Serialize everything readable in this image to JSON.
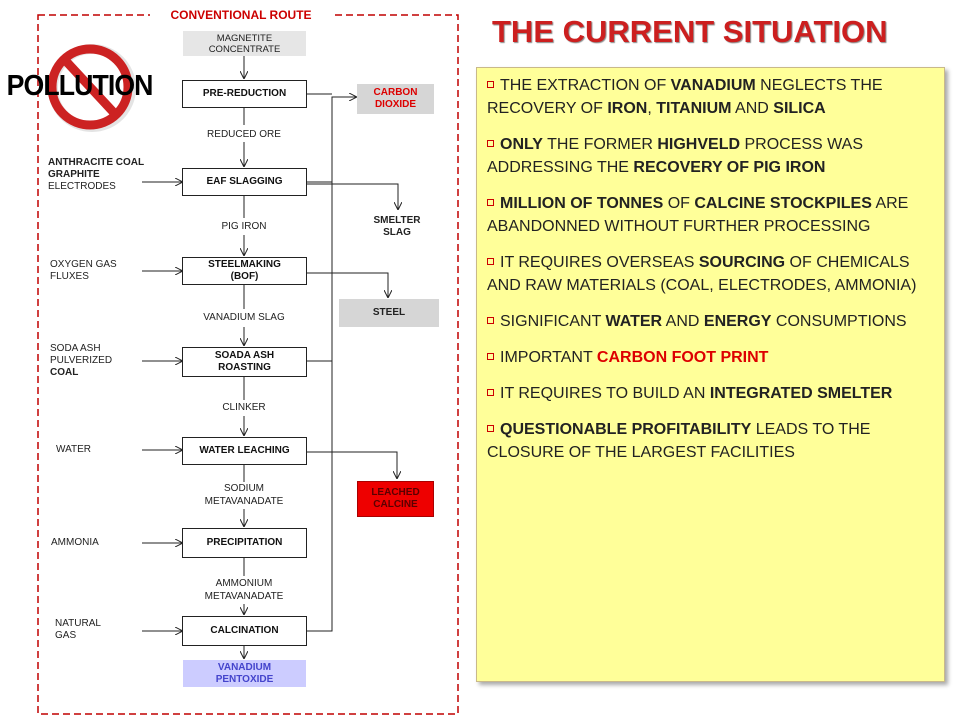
{
  "route_title": "CONVENTIONAL ROUTE",
  "pollution_label": "POLLUTION",
  "feed": "MAGNETITE CONCENTRATE",
  "steps": [
    {
      "label": "PRE-REDUCTION"
    },
    {
      "label": "EAF SLAGGING"
    },
    {
      "label": "STEELMAKING (BOF)"
    },
    {
      "label": "SOADA ASH ROASTING"
    },
    {
      "label": "WATER LEACHING"
    },
    {
      "label": "PRECIPITATION"
    },
    {
      "label": "CALCINATION"
    }
  ],
  "intermediates": [
    "REDUCED  ORE",
    "PIG IRON",
    "VANADIUM SLAG",
    "CLINKER",
    "SODIUM METAVANADATE",
    "AMMONIUM METAVANADATE"
  ],
  "inputs": {
    "eaf_line1": "ANTHRACITE COAL",
    "eaf_line2": "GRAPHITE",
    "eaf_line3": "ELECTRODES",
    "bof_line1": "OXYGEN GAS",
    "bof_line2": "FLUXES",
    "roast_line1": "SODA ASH",
    "roast_line2": "PULVERIZED",
    "roast_line3": "COAL",
    "leach": "WATER",
    "precip": "AMMONIA",
    "calc_line1": "NATURAL",
    "calc_line2": "GAS"
  },
  "outputs": {
    "carbon_dioxide": "CARBON DIOXIDE",
    "smelter_slag": "SMELTER SLAG",
    "steel": "STEEL",
    "leached_calcine": "LEACHED CALCINE",
    "product": "VANADIUM PENTOXIDE"
  },
  "situation_title": "THE CURRENT  SITUATION",
  "bullets": [
    {
      "segments": [
        {
          "t": "THE EXTRACTION OF "
        },
        {
          "t": "VANADIUM",
          "b": true
        },
        {
          "t": " NEGLECTS THE RECOVERY OF "
        },
        {
          "t": "IRON",
          "b": true
        },
        {
          "t": ",  "
        },
        {
          "t": "TITANIUM",
          "b": true
        },
        {
          "t": " AND "
        },
        {
          "t": "SILICA",
          "b": true
        }
      ]
    },
    {
      "segments": [
        {
          "t": "ONLY",
          "b": true
        },
        {
          "t": " THE FORMER "
        },
        {
          "t": "HIGHVELD",
          "b": true
        },
        {
          "t": " PROCESS WAS ADDRESSING THE "
        },
        {
          "t": "RECOVERY OF PIG IRON",
          "b": true
        }
      ]
    },
    {
      "segments": [
        {
          "t": "MILLION OF TONNES",
          "b": true
        },
        {
          "t": " OF "
        },
        {
          "t": "CALCINE STOCKPILES",
          "b": true
        },
        {
          "t": " ARE ABANDONNED  WITHOUT FURTHER PROCESSING"
        }
      ]
    },
    {
      "segments": [
        {
          "t": "IT REQUIRES OVERSEAS "
        },
        {
          "t": "SOURCING",
          "b": true
        },
        {
          "t": " OF CHEMICALS AND RAW MATERIALS (COAL, ELECTRODES, AMMONIA)"
        }
      ]
    },
    {
      "segments": [
        {
          "t": "SIGNIFICANT "
        },
        {
          "t": "WATER",
          "b": true
        },
        {
          "t": " AND "
        },
        {
          "t": "ENERGY",
          "b": true
        },
        {
          "t": " CONSUMPTIONS"
        }
      ]
    },
    {
      "segments": [
        {
          "t": "IMPORTANT "
        },
        {
          "t": "CARBON FOOT PRINT",
          "b": true,
          "red": true
        }
      ]
    },
    {
      "segments": [
        {
          "t": "IT REQUIRES TO BUILD AN "
        },
        {
          "t": "INTEGRATED SMELTER",
          "b": true
        }
      ]
    },
    {
      "segments": [
        {
          "t": "QUESTIONABLE PROFITABILITY",
          "b": true
        },
        {
          "t": " LEADS TO THE CLOSURE OF THE LARGEST FACILITIES"
        }
      ]
    }
  ],
  "colors": {
    "accent_red": "#cc0000",
    "panel_yellow": "#ffff99",
    "output_gray": "#d6d6d6",
    "leached_red": "#ee0000",
    "product_lavender": "#ccccff"
  }
}
